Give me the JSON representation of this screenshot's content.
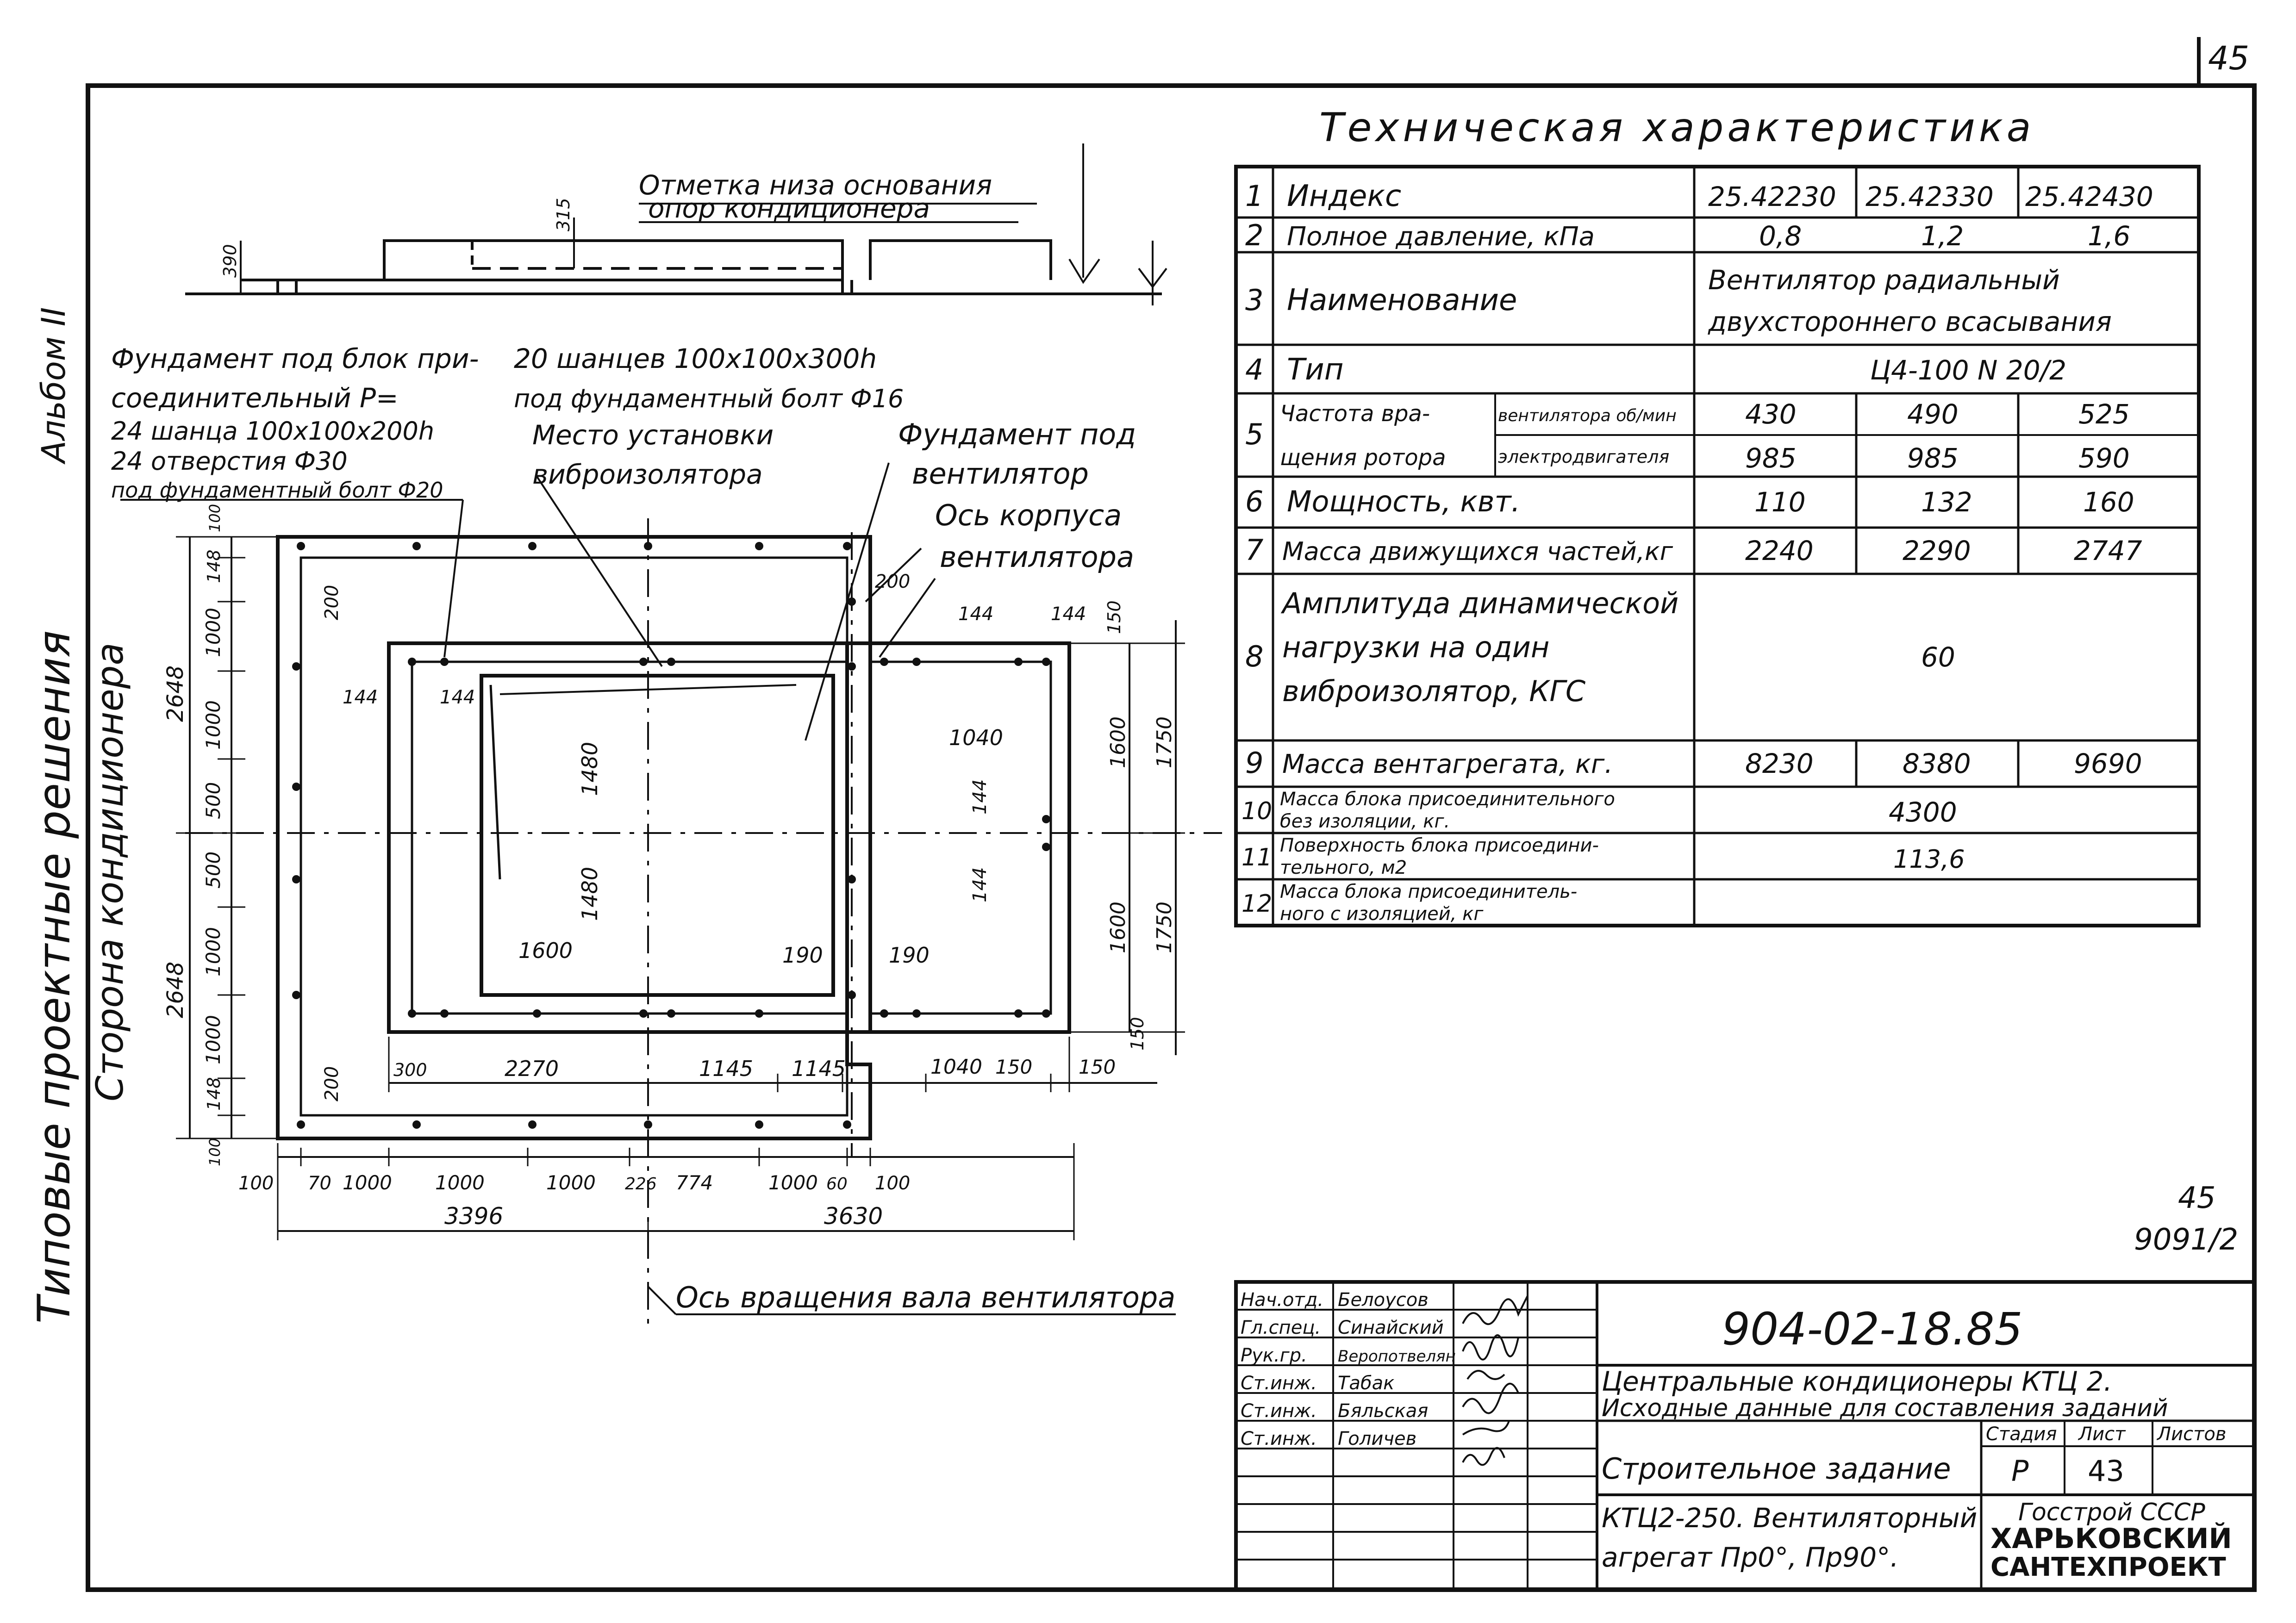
{
  "page_number": "45",
  "album_label": "Альбом II",
  "side_title_1": "Типовые проектные решения",
  "side_title_2": "Сторона кондиционера",
  "tech_title": "Техническая характеристика",
  "tech_table": {
    "rows": [
      {
        "n": "1",
        "name": "Индекс",
        "v1": "25.42230",
        "v2": "25.42330",
        "v3": "25.42430"
      },
      {
        "n": "2",
        "name": "Полное давление, кПа",
        "v1": "0,8",
        "v2": "1,2",
        "v3": "1,6"
      },
      {
        "n": "3",
        "name": "Наименование",
        "span": [
          "Вентилятор радиальный",
          "двухстороннего всасывания"
        ]
      },
      {
        "n": "4",
        "name": "Тип",
        "span": [
          "Ц4-100  N 20/2"
        ]
      },
      {
        "n": "5",
        "name_lines": [
          "Частота вра-",
          "щения ротора"
        ],
        "sub": [
          "вентилятора об/мин",
          "электродвигателя"
        ],
        "v1": [
          "430",
          "985"
        ],
        "v2": [
          "490",
          "985"
        ],
        "v3": [
          "525",
          "590"
        ]
      },
      {
        "n": "6",
        "name": "Мощность, квт.",
        "v1": "110",
        "v2": "132",
        "v3": "160"
      },
      {
        "n": "7",
        "name": "Масса движущихся частей,кг",
        "v1": "2240",
        "v2": "2290",
        "v3": "2747"
      },
      {
        "n": "8",
        "name_lines": [
          "Амплитуда динамической",
          "нагрузки на один",
          "виброизолятор, КГС"
        ],
        "span": [
          "60"
        ]
      },
      {
        "n": "9",
        "name": "Масса вентагрегата, кг.",
        "v1": "8230",
        "v2": "8380",
        "v3": "9690"
      },
      {
        "n": "10",
        "name_lines": [
          "Масса блока присоединительного",
          "без изоляции, кг."
        ],
        "span": [
          "4300"
        ]
      },
      {
        "n": "11",
        "name_lines": [
          "Поверхность блока присоедини-",
          "тельного, м2"
        ],
        "span": [
          "113,6"
        ]
      },
      {
        "n": "12",
        "name_lines": [
          "Масса блока присоединитель-",
          "ного с изоляцией, кг"
        ],
        "span": [
          ""
        ]
      }
    ]
  },
  "labels": {
    "mark_bottom_1": "Отметка низа основания",
    "mark_bottom_2": "опор кондиционера",
    "found_block_1": "Фундамент под блок при-",
    "found_block_2": "соединительный Р=",
    "found_block_3": "24 шанца 100х100х200h",
    "found_block_4": "24 отверстия Ф30",
    "found_block_5": "под фундаментный болт Ф20",
    "shank_1": "20 шанцев 100х100х300h",
    "shank_2": "под фундаментный болт Ф16",
    "vibro_1": "Место установки",
    "vibro_2": "виброизолятора",
    "found_fan_1": "Фундамент под",
    "found_fan_2": "вентилятор",
    "axis_body_1": "Ось корпуса",
    "axis_body_2": "вентилятора",
    "axis_rot": "Ось вращения вала вентилятора"
  },
  "dims": {
    "top_390": "390",
    "top_315": "315",
    "l_100": "100",
    "l_148": "148",
    "l_1000a": "1000",
    "l_1000b": "1000",
    "l_500a": "500",
    "l_500b": "500",
    "l_1000c": "1000",
    "l_1000d": "1000",
    "l_148b": "148",
    "l_100b": "100",
    "l_2648a": "2648",
    "l_2648b": "2648",
    "d_200a": "200",
    "d_200b": "200",
    "d_200c": "200",
    "d_144a": "144",
    "d_144b": "144",
    "d_144c": "144",
    "d_144d": "144",
    "d_144e": "144",
    "d_144f": "144",
    "d_1480a": "1480",
    "d_1480b": "1480",
    "d_1600": "1600",
    "d_190a": "190",
    "d_190b": "190",
    "d_1040a": "1040",
    "d_1040b": "1040",
    "d_150a": "150",
    "d_150b": "150",
    "d_150c": "150",
    "d_150d": "150",
    "r_1600a": "1600",
    "r_1600b": "1600",
    "r_1750a": "1750",
    "r_1750b": "1750",
    "m_300": "300",
    "m_2270": "2270",
    "m_1145a": "1145",
    "m_1145b": "1145",
    "b_100a": "100",
    "b_70": "70",
    "b_1000a": "1000",
    "b_1000b": "1000",
    "b_1000c": "1000",
    "b_226": "226",
    "b_774": "774",
    "b_1000d": "1000",
    "b_60": "60",
    "b_100b": "100",
    "b_3396": "3396",
    "b_3630": "3630"
  },
  "sheet_ref_1": "45",
  "sheet_ref_2": "9091/2",
  "stamp": {
    "roles": [
      "Нач.отд.",
      "Гл.спец.",
      "Рук.гр.",
      "Ст.инж.",
      "Ст.инж.",
      "Ст.инж."
    ],
    "names": [
      "Белоусов",
      "Синайский",
      "Веропотвелян",
      "Табак",
      "Бяльская",
      "Голичев"
    ],
    "doc_code": "904-02-18.85",
    "title_1": "Центральные кондиционеры КТЦ 2.",
    "title_2": "Исходные данные для составления заданий",
    "section": "Строительное задание",
    "stage_h": "Стадия",
    "sheet_h": "Лист",
    "sheets_h": "Листов",
    "stage": "Р",
    "sheet": "43",
    "desc_1": "КТЦ2-250. Вентиляторный",
    "desc_2": "агрегат Пр0°, Пр90°.",
    "org_1": "Госстрой СССР",
    "org_2": "ХАРЬКОВСКИЙ",
    "org_3": "САНТЕХПРОЕКТ"
  }
}
